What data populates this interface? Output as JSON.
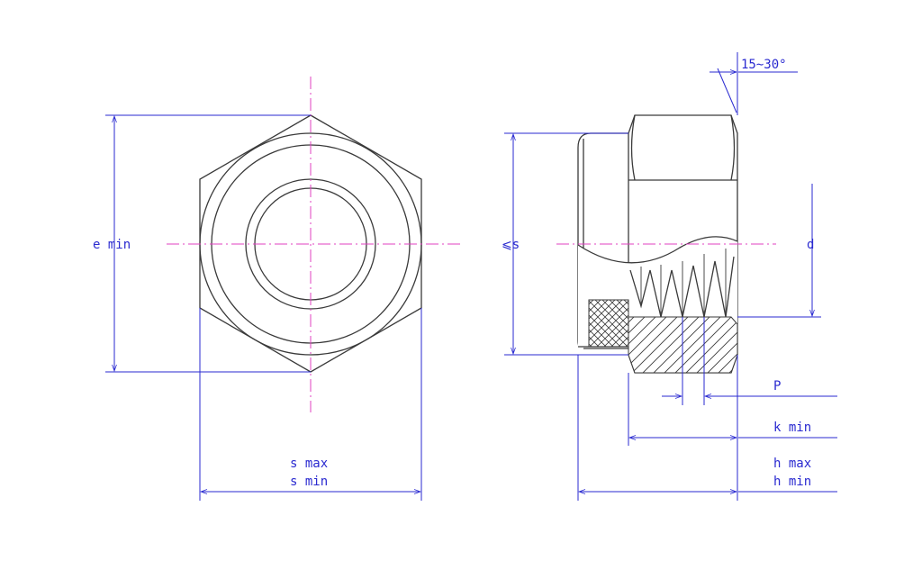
{
  "labels": {
    "e_min": "e min",
    "le_s": "⩽s",
    "d": "d",
    "angle": "15∼30°",
    "p": "P",
    "k_min": "k min",
    "s_max": "s max",
    "s_min": "s min",
    "h_max": "h max",
    "h_min": "h min"
  },
  "colors": {
    "outline": "#3a3a3a",
    "dimension": "#2a2ad0",
    "centerline": "#e040c0"
  }
}
